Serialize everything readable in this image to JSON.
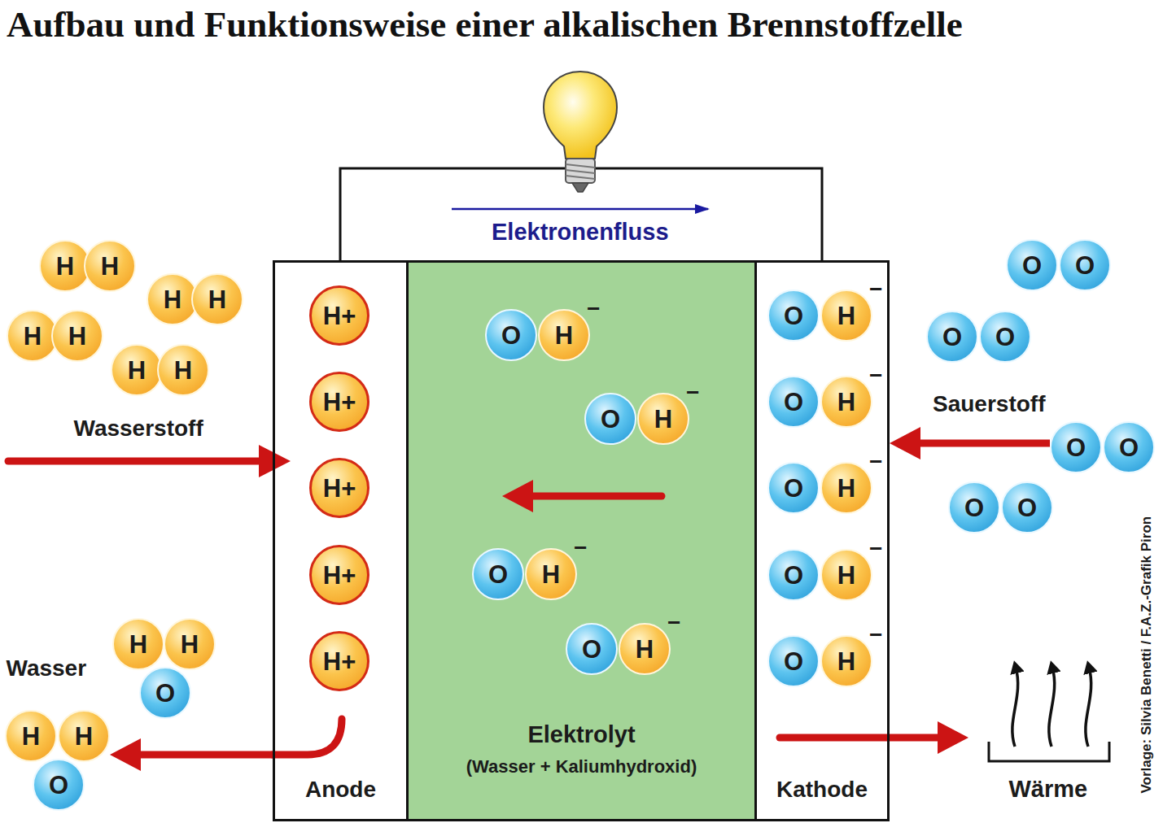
{
  "diagram": {
    "title": "Aufbau und Funktionsweise einer alkalischen Brennstoffzelle",
    "nodes": [
      {
        "text": [
          "H"
        ]
      },
      {
        "text": [
          "H"
        ]
      },
      {
        "text": [
          "H"
        ]
      },
      {
        "text": [
          "H"
        ]
      },
      {
        "text": [
          "H"
        ]
      },
      {
        "text": [
          "H"
        ]
      },
      {
        "text": [
          "H"
        ]
      },
      {
        "text": [
          "H"
        ]
      },
      {
        "text": [
          "Anode"
        ]
      },
      {
        "text": [
          "H+"
        ],
        "in": 8
      },
      {
        "text": [
          "H+"
        ],
        "in": 8
      },
      {
        "text": [
          "H+"
        ],
        "in": 8
      },
      {
        "text": [
          "H+"
        ],
        "in": 8
      },
      {
        "text": [
          "H+"
        ],
        "in": 8
      },
      {
        "text": [
          "Elektrolyt",
          "(Wasser + Kaliumhydroxid)"
        ]
      },
      {
        "text": [
          "O"
        ],
        "in": 14
      },
      {
        "text": [
          "H",
          "−"
        ],
        "in": 14
      },
      {
        "text": [
          "O"
        ],
        "in": 14
      },
      {
        "text": [
          "H",
          "−"
        ],
        "in": 14
      },
      {
        "text": [
          "O"
        ],
        "in": 14
      },
      {
        "text": [
          "H",
          "−"
        ],
        "in": 14
      },
      {
        "text": [
          "O"
        ],
        "in": 14
      },
      {
        "text": [
          "H",
          "−"
        ],
        "in": 14
      },
      {
        "text": [
          "Kathode"
        ]
      },
      {
        "text": [
          "O"
        ],
        "in": 23
      },
      {
        "text": [
          "H",
          "−"
        ],
        "in": 23
      },
      {
        "text": [
          "O"
        ],
        "in": 23
      },
      {
        "text": [
          "H",
          "−"
        ],
        "in": 23
      },
      {
        "text": [
          "O"
        ],
        "in": 23
      },
      {
        "text": [
          "H",
          "−"
        ],
        "in": 23
      },
      {
        "text": [
          "O"
        ],
        "in": 23
      },
      {
        "text": [
          "H",
          "−"
        ],
        "in": 23
      },
      {
        "text": [
          "O"
        ],
        "in": 23
      },
      {
        "text": [
          "H",
          "−"
        ],
        "in": 23
      },
      {
        "text": [
          "O"
        ]
      },
      {
        "text": [
          "O"
        ]
      },
      {
        "text": [
          "O"
        ]
      },
      {
        "text": [
          "O"
        ]
      },
      {
        "text": [
          "O"
        ]
      },
      {
        "text": [
          "O"
        ]
      },
      {
        "text": [
          "O"
        ]
      },
      {
        "text": [
          "O"
        ]
      },
      {
        "text": [
          "H"
        ]
      },
      {
        "text": [
          "H"
        ]
      },
      {
        "text": [
          "O"
        ]
      },
      {
        "text": [
          "H"
        ]
      },
      {
        "text": [
          "H"
        ]
      },
      {
        "text": [
          "O"
        ]
      }
    ],
    "edges": [
      {
        "from": 8,
        "to": 46,
        "arrow": "to"
      },
      {
        "from": 38,
        "to": 23,
        "arrow": "to"
      }
    ],
    "labels": [
      "Elektronenfluss",
      "Wasserstoff",
      "Sauerstoff",
      "Wasser",
      "Wärme",
      "Vorlage: Silvia Benetti / F.A.Z.-Grafik Piron"
    ]
  }
}
